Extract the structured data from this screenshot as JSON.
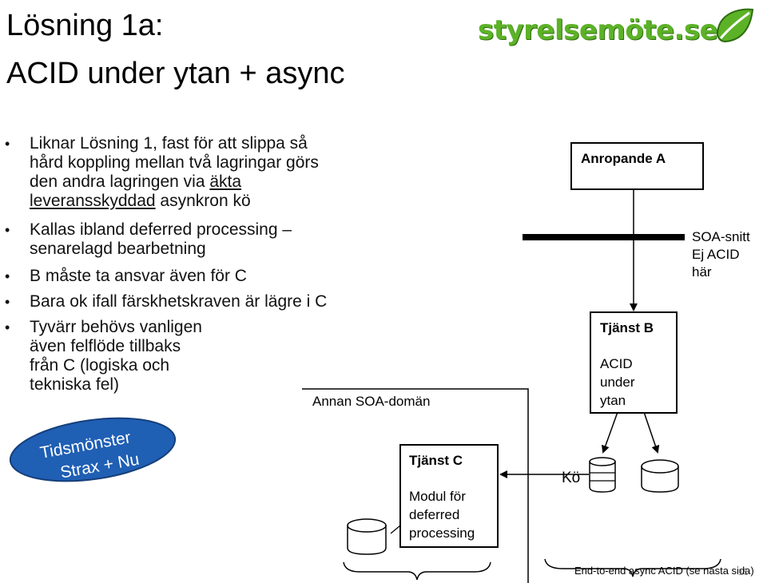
{
  "title": {
    "line1": "Lösning 1a:",
    "line2": "ACID under ytan + async"
  },
  "logo": {
    "text": "styrelsemöte.se"
  },
  "bullets": [
    {
      "lines": [
        "Liknar Lösning 1, fast för att slippa så",
        "hård koppling mellan två lagringar görs",
        "den andra lagringen via ",
        "leveransskyddad",
        " asynkron kö"
      ],
      "underlined": [
        "äkta",
        "leveransskyddad"
      ]
    },
    {
      "lines": [
        "Kallas ibland deferred processing –",
        "senarelagd bearbetning"
      ]
    },
    {
      "lines": [
        "B måste ta ansvar även för C"
      ]
    },
    {
      "lines": [
        "Bara ok ifall färskhetskraven är lägre i C"
      ]
    },
    {
      "lines": [
        "Tyvärr behövs vanligen",
        "även felflöde tillbaks",
        "från C (logiska och",
        "tekniska fel)"
      ]
    }
  ],
  "bullet_lines": {
    "b1_l1": "Liknar Lösning 1, fast för att slippa så",
    "b1_l2": "hård koppling mellan två lagringar görs",
    "b1_l3_a": "den andra lagringen via ",
    "b1_l3_b": "äkta",
    "b1_l4_a": "leveransskyddad",
    "b1_l4_b": " asynkron kö",
    "b2_l1": "Kallas ibland deferred processing –",
    "b2_l2": "senarelagd bearbetning",
    "b3_l1": "B måste ta ansvar även för C",
    "b4_l1": "Bara ok ifall färskhetskraven är lägre i C",
    "b5_l1": "Tyvärr behövs vanligen",
    "b5_l2": "även felflöde tillbaks",
    "b5_l3": "från C (logiska och",
    "b5_l4": "tekniska fel)"
  },
  "badge": {
    "line1": "Tidsmönster",
    "line2": "Strax + Nu",
    "color": "#1f5fb4"
  },
  "diagram": {
    "anropande_a": "Anropande A",
    "soa_note": [
      "SOA-snitt",
      "Ej ACID",
      "här"
    ],
    "tjanst_b_title": "Tjänst B",
    "tjanst_b_body": [
      "ACID",
      "under",
      "ytan"
    ],
    "annan_doman": "Annan SOA-domän",
    "tjanst_c_title": "Tjänst C",
    "tjanst_c_body": [
      "Modul för",
      "deferred",
      "processing"
    ],
    "queue_label": "Kö",
    "footer": "End-to-end async ACID  (se nästa sida)",
    "page_number": "15"
  }
}
